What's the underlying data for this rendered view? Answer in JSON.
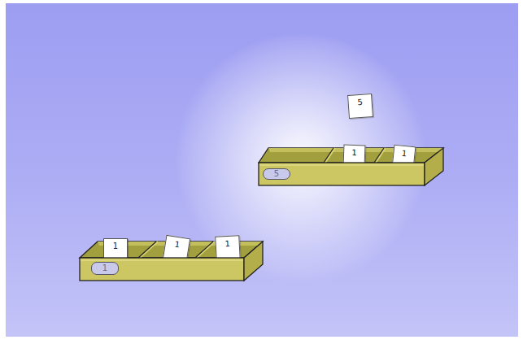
{
  "diagram": {
    "nodes": [
      {
        "text": [
          "5"
        ]
      },
      {
        "text": [
          "5"
        ]
      },
      {
        "text": [
          "1"
        ],
        "in": 1
      },
      {
        "text": [
          "1"
        ],
        "in": 1
      },
      {
        "text": [
          "1"
        ]
      },
      {
        "text": [
          "1"
        ],
        "in": 4
      },
      {
        "text": [
          "1"
        ],
        "in": 4
      },
      {
        "text": [
          "1"
        ],
        "in": 4
      }
    ]
  }
}
